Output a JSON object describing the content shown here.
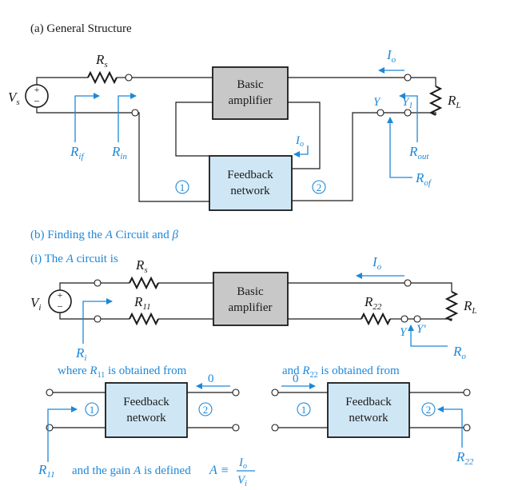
{
  "part_a": {
    "title": "(a) General Structure",
    "rs": "R",
    "rs_sub": "s",
    "vs": "V",
    "vs_sub": "s",
    "basic_amp_line1": "Basic",
    "basic_amp_line2": "amplifier",
    "feedback_line1": "Feedback",
    "feedback_line2": "network",
    "io": "I",
    "io_sub": "o",
    "io_inner": "I",
    "io_inner_sub": "o",
    "rl": "R",
    "rl_sub": "L",
    "y": "Y",
    "y1": "Y",
    "y1_sub": "1",
    "rif": "R",
    "rif_sub": "if",
    "rin": "R",
    "rin_sub": "in",
    "rout": "R",
    "rout_sub": "out",
    "rof": "R",
    "rof_sub": "of",
    "port1": "1",
    "port2": "2"
  },
  "part_b": {
    "title_pre": "(b) Finding the ",
    "title_a": "A",
    "title_mid": " Circuit and ",
    "title_beta": "β",
    "sub_pre": "(i) The ",
    "sub_a": "A",
    "sub_post": " circuit is",
    "rs": "R",
    "rs_sub": "s",
    "vi": "V",
    "vi_sub": "i",
    "r11": "R",
    "r11_sub": "11",
    "r22": "R",
    "r22_sub": "22",
    "ri": "R",
    "ri_sub": "i",
    "ro": "R",
    "ro_sub": "o",
    "rl": "R",
    "rl_sub": "L",
    "io": "I",
    "io_sub": "o",
    "y": "Y",
    "yp": "Y'",
    "basic_amp_line1": "Basic",
    "basic_amp_line2": "amplifier",
    "where_pre": "where ",
    "where_r": "R",
    "where_sub": "11",
    "where_post": " is obtained from",
    "and_pre": "and ",
    "and_r": "R",
    "and_sub": "22",
    "and_post": " is obtained from",
    "zero": "0",
    "feedback_line1": "Feedback",
    "feedback_line2": "network",
    "port1": "1",
    "port2": "2",
    "r11_label": "R",
    "r11_label_sub": "11",
    "r22_label": "R",
    "r22_label_sub": "22",
    "gain_pre": "and the gain ",
    "gain_a": "A",
    "gain_post": " is defined",
    "gain_lhs": "A ≡",
    "frac_num": "I",
    "frac_num_sub": "o",
    "frac_den": "V",
    "frac_den_sub": "i"
  },
  "colors": {
    "accent_blue": "#1e88d8",
    "amp_gray": "#c8c8c8",
    "feedback_blue": "#cfe7f5"
  }
}
